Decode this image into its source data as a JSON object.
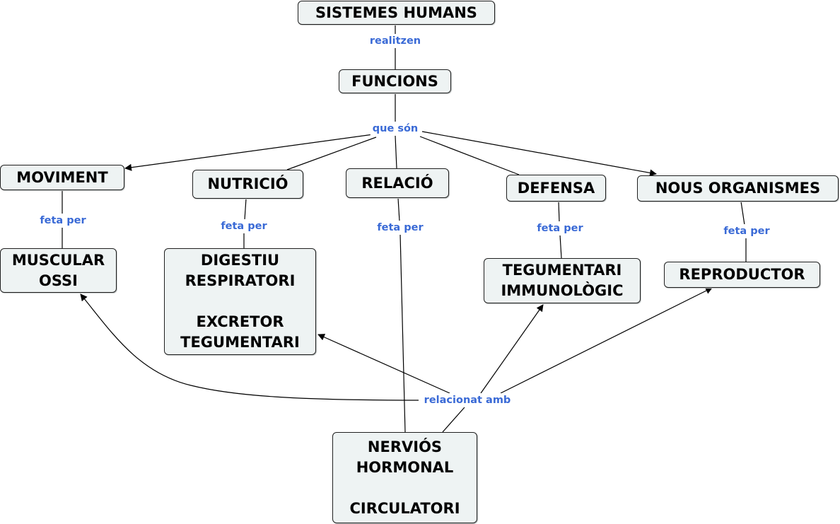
{
  "nodes": {
    "sistemes": {
      "lines": [
        "SISTEMES HUMANS"
      ]
    },
    "funcions": {
      "lines": [
        "FUNCIONS"
      ]
    },
    "moviment": {
      "lines": [
        "MOVIMENT"
      ]
    },
    "nutricio": {
      "lines": [
        "NUTRICIÓ"
      ]
    },
    "relacio": {
      "lines": [
        "RELACIÓ"
      ]
    },
    "defensa": {
      "lines": [
        "DEFENSA"
      ]
    },
    "nous": {
      "lines": [
        "NOUS ORGANISMES"
      ]
    },
    "muscular": {
      "lines": [
        "MUSCULAR",
        "OSSI"
      ]
    },
    "digestiu": {
      "lines": [
        "DIGESTIU",
        "RESPIRATORI",
        "",
        "EXCRETOR",
        "TEGUMENTARI"
      ]
    },
    "tegumentari": {
      "lines": [
        "TEGUMENTARI",
        "IMMUNOLÒGIC"
      ]
    },
    "reproductor": {
      "lines": [
        "REPRODUCTOR"
      ]
    },
    "nervios": {
      "lines": [
        "NERVIÓS",
        "HORMONAL",
        "",
        "CIRCULATORI"
      ]
    }
  },
  "links": {
    "realitzen": "realitzen",
    "que_son": "que són",
    "feta_per_1": "feta per",
    "feta_per_2": "feta per",
    "feta_per_3": "feta per",
    "feta_per_4": "feta per",
    "feta_per_5": "feta per",
    "relacionat_amb": "relacionat amb"
  },
  "colors": {
    "node_fill": "#eef3f3",
    "node_border": "#1f1f1f",
    "link_text": "#3a6ad6",
    "edge": "#000000"
  }
}
